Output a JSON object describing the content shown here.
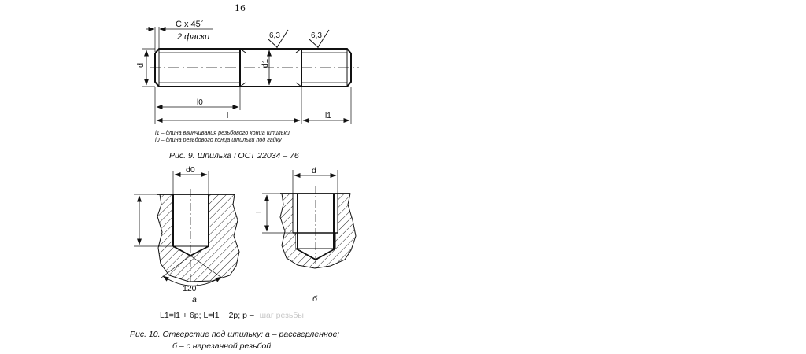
{
  "page": {
    "number": "16"
  },
  "fig9": {
    "chamfer_label": "C x 45˚",
    "chamfer_count": "2 фаски",
    "roughness_1": "6,3",
    "roughness_2": "6,3",
    "dim_d": "d",
    "dim_d1": "d1",
    "dim_l0": "l0",
    "dim_l": "l",
    "dim_l1": "l1",
    "note_1": "l1 – длина ввинчивания резьбового конца шпильки",
    "note_2": "l0 – длина резьбового конца шпильки под гайку",
    "caption": "Рис. 9. Шпилька ГОСТ 22034 – 76"
  },
  "fig10": {
    "dim_d0": "d0",
    "dim_d": "d",
    "dim_L": "L",
    "angle": "120˚",
    "label_a": "а",
    "label_b": "б",
    "formula": "L1=l1 + 6p;   L=l1 + 2p;   p –",
    "formula_faded": "шаг резьбы",
    "caption_line1": "Рис. 10. Отверстие под шпильку: а – рассверленное;",
    "caption_line2": "б – с нарезанной резьбой"
  },
  "colors": {
    "ink": "#111111",
    "faded": "#c8c8c8"
  }
}
